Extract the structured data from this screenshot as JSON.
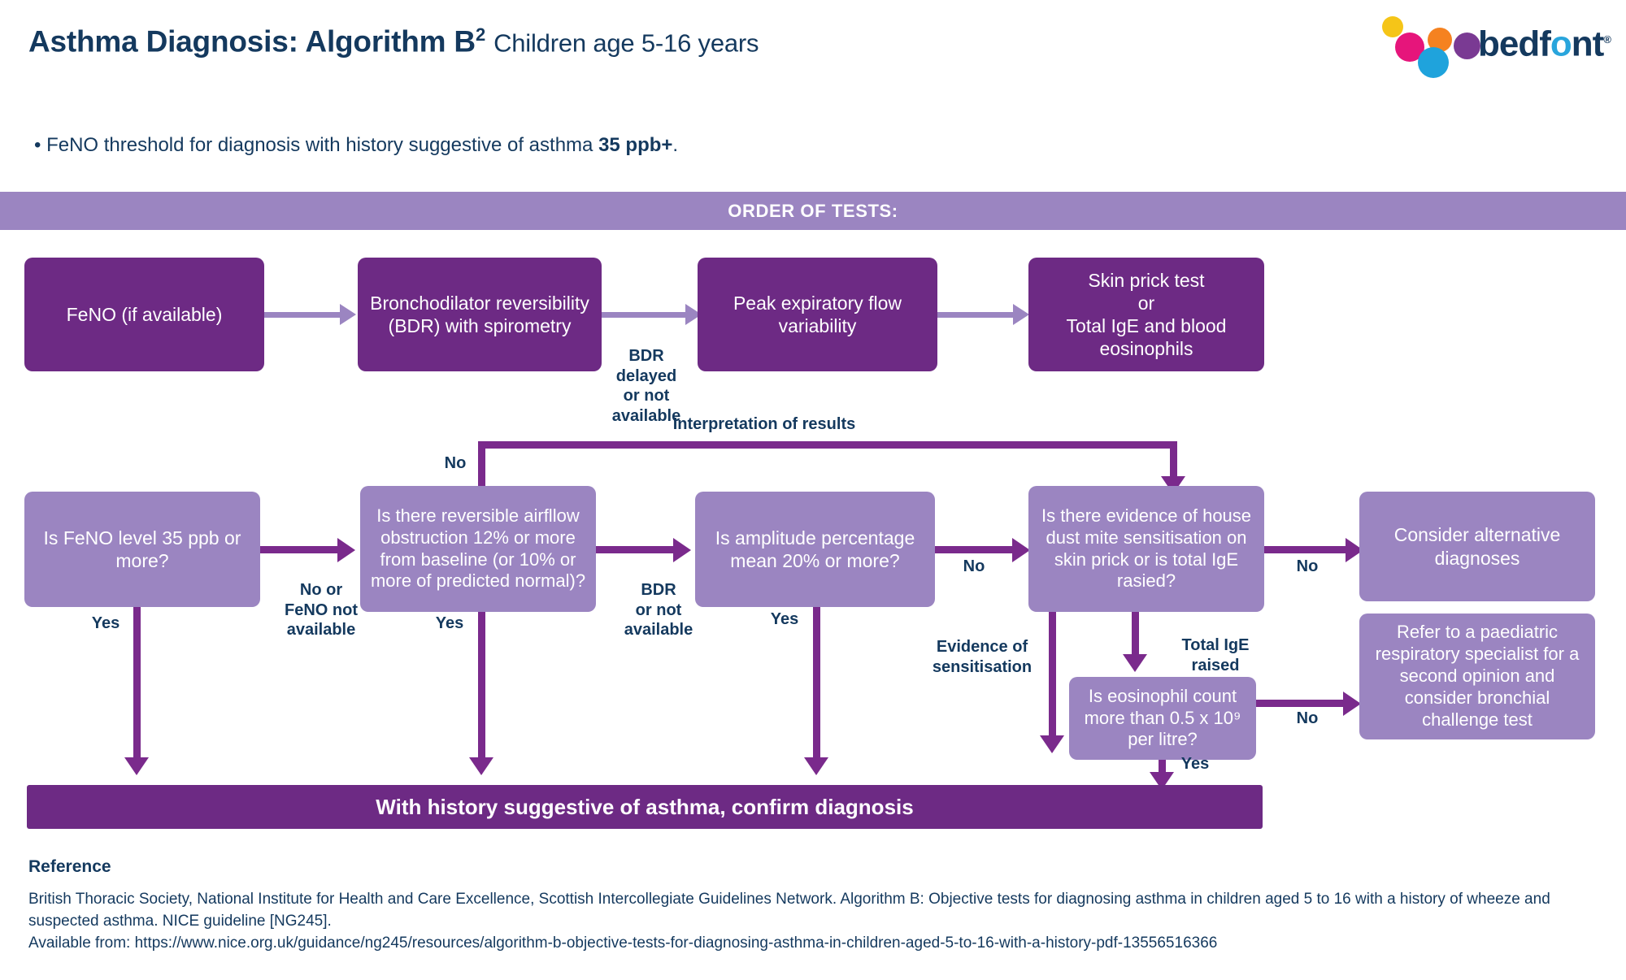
{
  "header": {
    "title_main": "Asthma Diagnosis: Algorithm B",
    "title_sup": "2",
    "title_sub": "Children age 5-16 years",
    "bullet_pre": "• FeNO threshold for diagnosis with history suggestive of asthma ",
    "bullet_bold": "35 ppb+",
    "bullet_post": "."
  },
  "logo": {
    "word_be": "be",
    "word_d": "d",
    "word_f": "f",
    "word_o": "o",
    "word_nt": "nt",
    "registered": "®",
    "colors": {
      "yellow": "#f5c518",
      "magenta": "#e6157b",
      "orange": "#f58220",
      "purple": "#7a3a93",
      "cyan": "#1fa3dc",
      "navy": "#14395e"
    }
  },
  "banner": {
    "label": "ORDER OF TESTS:"
  },
  "tests_row": [
    {
      "id": "feno",
      "label": "FeNO (if available)"
    },
    {
      "id": "bdr",
      "label": "Bronchodilator reversibility (BDR) with spirometry"
    },
    {
      "id": "pef",
      "label": "Peak expiratory flow variability"
    },
    {
      "id": "skin",
      "label": "Skin prick test\nor\nTotal IgE and blood eosinophils"
    }
  ],
  "interpretation_label": "Interpretation of results",
  "decisions": [
    {
      "id": "q-feno",
      "label": "Is FeNO level 35 ppb or more?"
    },
    {
      "id": "q-bdr",
      "label": "Is there reversible airfllow obstruction 12% or more from baseline (or 10% or more of predicted normal)?"
    },
    {
      "id": "q-amplitude",
      "label": "Is amplitude percentage mean 20% or more?"
    },
    {
      "id": "q-hdm",
      "label": "Is there evidence of house dust mite sensitisation on skin prick or is total IgE rasied?"
    },
    {
      "id": "q-eosinophil",
      "label": "Is eosinophil count more than 0.5 x 10⁹ per litre?"
    }
  ],
  "outcomes": [
    {
      "id": "alt-dx",
      "label": "Consider alternative diagnoses"
    },
    {
      "id": "refer",
      "label": "Refer to a paediatric respiratory specialist for a second opinion and consider bronchial challenge test"
    }
  ],
  "edge_labels": {
    "bdr_delayed": "BDR\ndelayed\nor not\navailable",
    "no_top": "No",
    "yes_feno": "Yes",
    "no_or_feno_not_available": "No or\nFeNO not\navailable",
    "yes_bdr": "Yes",
    "bdr_or_not_available": "BDR\nor not\navailable",
    "yes_amplitude": "Yes",
    "no_amplitude": "No",
    "evidence_of_sensitisation": "Evidence of\nsensitisation",
    "total_ige_raised": "Total IgE\nraised",
    "no_hdm": "No",
    "no_eosinophil": "No",
    "yes_eosinophil": "Yes"
  },
  "confirm_bar": {
    "label": "With history suggestive of asthma, confirm diagnosis"
  },
  "reference": {
    "heading": "Reference",
    "line1": "British Thoracic Society, National Institute for Health and Care Excellence, Scottish Intercollegiate Guidelines Network. Algorithm B: Objective tests for diagnosing asthma in children aged 5 to 16 with a history of wheeze and suspected asthma. NICE guideline [NG245].",
    "line2": "Available from: https://www.nice.org.uk/guidance/ng245/resources/algorithm-b-objective-tests-for-diagnosing-asthma-in-children-aged-5-to-16-with-a-history-pdf-13556516366"
  },
  "colors": {
    "dark_purple": "#6d2a84",
    "light_purple": "#9b85c1",
    "connector_purple": "#7a2a8c",
    "navy_text": "#14395e"
  }
}
